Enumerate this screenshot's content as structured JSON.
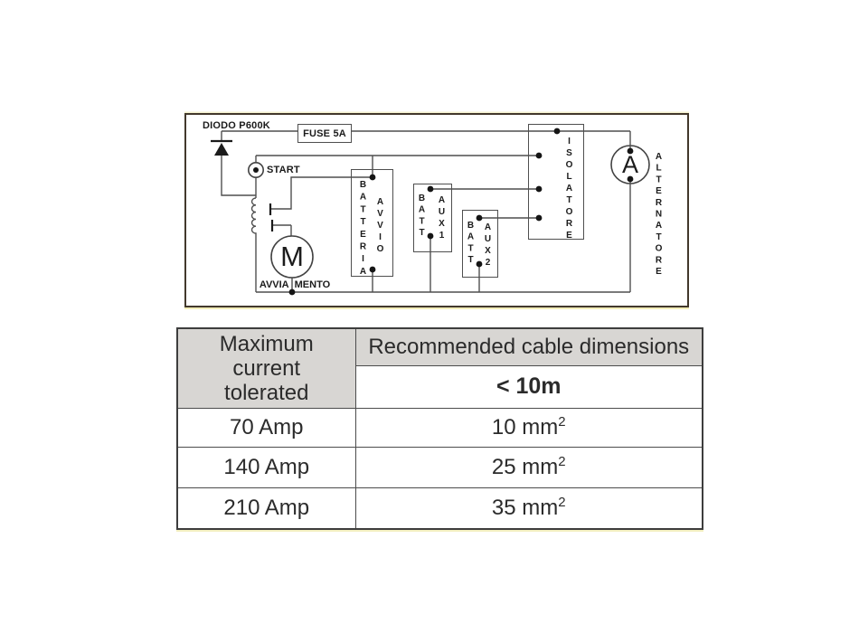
{
  "colors": {
    "header-bg": "#d8d6d3",
    "wire": "#4f4f4f",
    "frame-border": "#42382c",
    "ink": "#1b1b1b"
  },
  "diagram": {
    "diode_label": "DIODO P600K",
    "fuse_label": "FUSE 5A",
    "start_label": "START",
    "motor_letter": "M",
    "starter_word_left": "AVVIA",
    "starter_word_right": "MENTO",
    "main_battery_col1": "BATTERIA",
    "main_battery_col2": "AVVIO",
    "aux1_col1": "BATT",
    "aux1_col2": "AUX1",
    "aux2_col1": "BATT",
    "aux2_col2": "AUX2",
    "isolator_label": "ISOLATORE",
    "ammeter_letter": "A",
    "alternator_label": "ALTERNATORE"
  },
  "table": {
    "col1_header": {
      "line1": "Maximum",
      "line2": "current",
      "line3": "tolerated"
    },
    "col2_header": "Recommended cable dimensions",
    "col2_subheader": "< 10m",
    "rows": [
      {
        "current": "70 Amp",
        "cable": "10 mm",
        "cable_sup": "2"
      },
      {
        "current": "140 Amp",
        "cable": "25 mm",
        "cable_sup": "2"
      },
      {
        "current": "210 Amp",
        "cable": "35 mm",
        "cable_sup": "2"
      }
    ]
  }
}
